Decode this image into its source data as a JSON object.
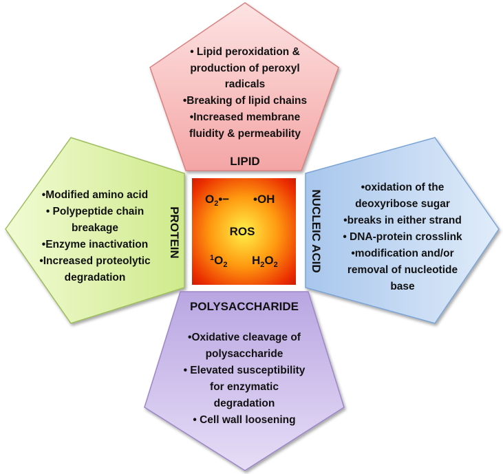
{
  "center": {
    "label": "ROS",
    "species": {
      "superoxide": {
        "base": "O",
        "sub": "2",
        "suffix": "•−"
      },
      "hydroxyl": "•OH",
      "singlet_oxygen": {
        "sup": "1",
        "base": "O",
        "sub": "2"
      },
      "peroxide": {
        "h": "H",
        "hsub": "2",
        "o": "O",
        "osub": "2"
      }
    }
  },
  "lipid": {
    "title": "LIPID",
    "lines": [
      "• Lipid peroxidation &",
      "production of peroxyl",
      "radicals",
      "•Breaking of lipid chains",
      "•Increased membrane",
      "fluidity & permeability"
    ]
  },
  "protein": {
    "title": "PROTEIN",
    "lines": [
      "•Modified amino acid",
      "• Polypeptide chain",
      "breakage",
      "•Enzyme inactivation",
      "•Increased proteolytic",
      "degradation"
    ]
  },
  "nucleic_acid": {
    "title": "NUCLEIC ACID",
    "lines": [
      "•oxidation of the",
      "deoxyribose sugar",
      "•breaks in either  strand",
      "• DNA-protein crosslink",
      "•modification and/or",
      "removal of nucleotide",
      "base"
    ]
  },
  "polysaccharide": {
    "title": "POLYSACCHARIDE",
    "lines": [
      "•Oxidative cleavage of",
      "polysaccharide",
      "• Elevated susceptibility",
      "for enzymatic",
      "degradation",
      "• Cell wall loosening"
    ]
  },
  "colors": {
    "lipid_fill": "#f7b8b8",
    "protein_fill": "#dcf0a8",
    "nucleic_fill": "#b8d2f0",
    "polysaccharide_fill": "#c9b8ea",
    "lipid_title": "#c0282a",
    "protein_title": "#5a8a1a",
    "nucleic_title": "#2a5b8a",
    "polysaccharide_title": "#4a3576",
    "ros_core": "#ffe23a",
    "ros_edge": "#e01c00"
  }
}
